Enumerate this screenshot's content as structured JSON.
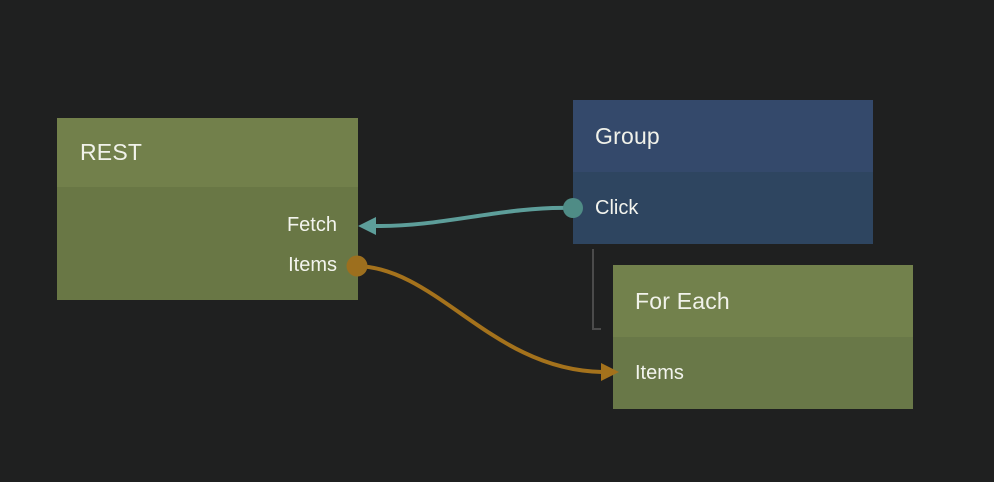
{
  "editor": {
    "background_color": "#1f2020",
    "text_color": "#f1f2ea"
  },
  "nodes": [
    {
      "id": "rest",
      "title": "REST",
      "header_color": "#72804b",
      "body_color": "#697745",
      "ports": [
        {
          "label": "Fetch",
          "side": "right",
          "connector": "arrow-in",
          "color": "#5d9e9a"
        },
        {
          "label": "Items",
          "side": "right",
          "connector": "circle-out",
          "color": "#9d6f1e"
        }
      ]
    },
    {
      "id": "group",
      "title": "Group",
      "header_color": "#34496b",
      "body_color": "#2e4560",
      "ports": [
        {
          "label": "Click",
          "side": "left",
          "connector": "circle-out",
          "color": "#4f8c86"
        }
      ]
    },
    {
      "id": "foreach",
      "title": "For Each",
      "header_color": "#72814c",
      "body_color": "#697848",
      "ports": [
        {
          "label": "Items",
          "side": "left",
          "connector": "arrow-in",
          "color": "#a4721c"
        }
      ]
    }
  ],
  "edges": [
    {
      "from_node": "Group",
      "from_port": "Click",
      "to_node": "REST",
      "to_port": "Fetch",
      "color": "#5d9e9a"
    },
    {
      "from_node": "REST",
      "from_port": "Items",
      "to_node": "For Each",
      "to_port": "Items",
      "color": "#a4721c"
    }
  ],
  "hierarchy_link": {
    "from_node": "Group",
    "to_node": "For Each",
    "color": "#4b4b4b"
  }
}
